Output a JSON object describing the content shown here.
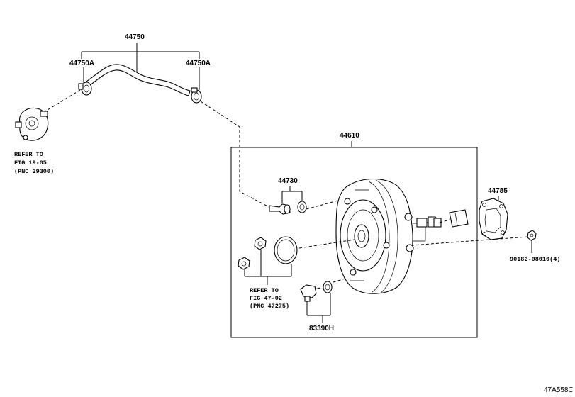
{
  "labels": {
    "hose_assembly": "44750",
    "clip_left": "44750A",
    "clip_right": "44750A",
    "booster_assembly": "44610",
    "check_valve": "44730",
    "gasket": "44785",
    "nut": "90182-08010(4)",
    "switch": "83390H"
  },
  "refer_vacuum_pump": {
    "line1": "REFER TO",
    "line2": "FIG 19-05",
    "line3": "(PNC 29300)"
  },
  "refer_master_cylinder": {
    "line1": "REFER TO",
    "line2": "FIG 47-02",
    "line3": "(PNC 47275)"
  },
  "figure_id": "47A558C"
}
